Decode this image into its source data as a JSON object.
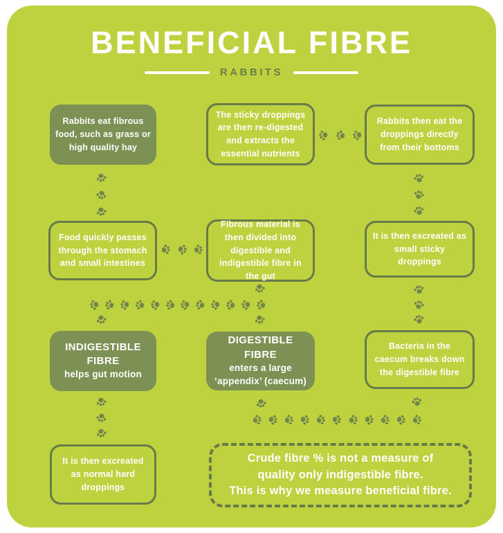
{
  "page": {
    "title": "BENEFICIAL FIBRE",
    "subtitle": "RABBITS"
  },
  "colors": {
    "background": "#bed13e",
    "solid_box": "#7e9155",
    "outline_border": "#68794a",
    "paw": "#72864b",
    "text_light": "#ffffff",
    "text_dark": "#6d7f46"
  },
  "icons": {
    "paw_print": "paw-print-icon"
  },
  "flow": {
    "boxes": [
      {
        "id": "eat-food",
        "style": "solid",
        "text": "Rabbits eat fibrous food, such as grass or high quality hay"
      },
      {
        "id": "redigested",
        "style": "outline",
        "text": "The sticky droppings are then re-digested and extracts the essential nutrients"
      },
      {
        "id": "eat-droppings",
        "style": "outline",
        "text": "Rabbits then eat the droppings directly from their bottoms"
      },
      {
        "id": "stomach",
        "style": "outline",
        "text": "Food quickly passes through the stomach and small intestines"
      },
      {
        "id": "divided",
        "style": "outline",
        "text": "Fibrous material is then divided into digestible and indigestible fibre in the gut"
      },
      {
        "id": "sticky-droppings",
        "style": "outline",
        "text": "It is then excreated as small sticky droppings"
      },
      {
        "id": "indigestible",
        "style": "solid",
        "title": "INDIGESTIBLE FIBRE",
        "text": "helps gut motion"
      },
      {
        "id": "digestible",
        "style": "solid",
        "title": "DIGESTIBLE FIBRE",
        "text": "enters a large ‘appendix’ (caecum)"
      },
      {
        "id": "bacteria",
        "style": "outline",
        "text": "Bacteria in the caecum breaks down the digestible fibre"
      },
      {
        "id": "hard-droppings",
        "style": "outline",
        "text": "It is then excreated as normal hard droppings"
      }
    ],
    "note_lines": [
      "Crude fibre % is not a measure of",
      "quality only indigestible fibre.",
      "This is why we measure beneficial fibre."
    ]
  }
}
